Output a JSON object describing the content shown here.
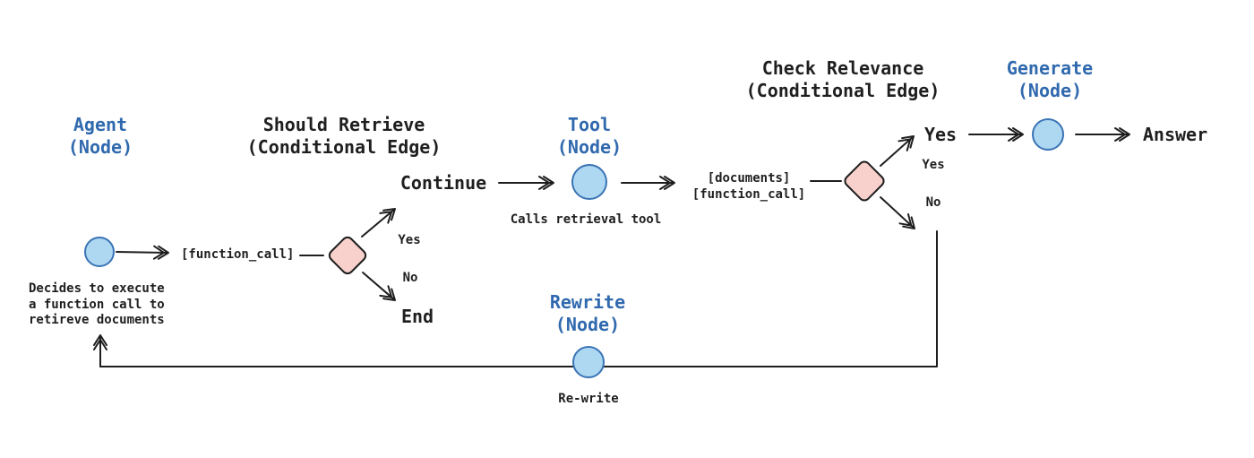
{
  "diagram": {
    "title_hint": "Agentic RAG graph flow",
    "colors": {
      "background": "#ffffff",
      "line": "#1e1e1e",
      "node_fill": "#aed7f2",
      "node_stroke": "#3a74b4",
      "decision_fill": "#f8d1cc",
      "decision_stroke": "#1e1e1e",
      "node_label_blue": "#3069ae",
      "text_dark": "#1f1f1f"
    },
    "nodes": {
      "agent": {
        "title": "Agent",
        "subtitle": "(Node)",
        "note_line1": "Decides to execute",
        "note_line2": "a function call to",
        "note_line3": "retireve documents"
      },
      "should_retrieve": {
        "title": "Should Retrieve",
        "subtitle": "(Conditional Edge)"
      },
      "tool": {
        "title": "Tool",
        "subtitle": "(Node)",
        "caption": "Calls retrieval tool"
      },
      "check_relevance": {
        "title": "Check Relevance",
        "subtitle": "(Conditional Edge)"
      },
      "generate": {
        "title": "Generate",
        "subtitle": "(Node)"
      },
      "rewrite": {
        "title": "Rewrite",
        "subtitle": "(Node)",
        "caption": "Re-write"
      }
    },
    "edges": {
      "function_call": "[function_call]",
      "continue_label": "Continue",
      "yes1": "Yes",
      "no1": "No",
      "end_label": "End",
      "documents_line1": "[documents]",
      "documents_line2": "[function_call]",
      "yes_big": "Yes",
      "yes2": "Yes",
      "no2": "No",
      "answer": "Answer"
    }
  }
}
